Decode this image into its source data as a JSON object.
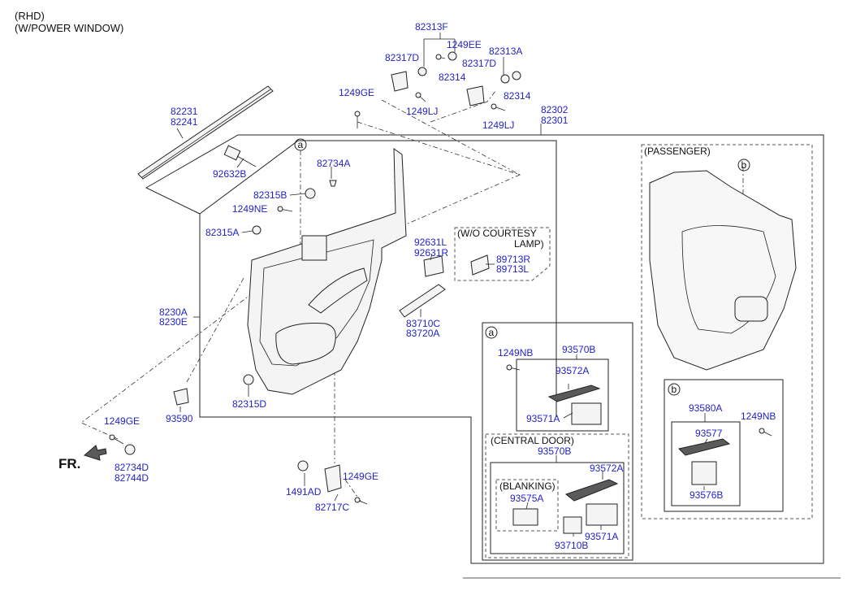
{
  "header": {
    "line1": "(RHD)",
    "line2": "(W/POWER WINDOW)"
  },
  "direction_label": "FR.",
  "groups": {
    "passenger": "(PASSENGER)",
    "wo_courtesy_1": "(W/O COURTESY",
    "wo_courtesy_2": "LAMP)",
    "central_door": "(CENTRAL DOOR)",
    "blanking": "(BLANKING)",
    "callout_a": "a",
    "callout_b": "b"
  },
  "parts": {
    "p82313F": "82313F",
    "p1249EE": "1249EE",
    "p82317D_1": "82317D",
    "p82314_1": "82314",
    "p82313A": "82313A",
    "p82317D_2": "82317D",
    "p82314_2": "82314",
    "p1249GE_1": "1249GE",
    "p1249LJ_1": "1249LJ",
    "p1249LJ_2": "1249LJ",
    "p82302": "82302",
    "p82301": "82301",
    "p82231": "82231",
    "p82241": "82241",
    "p92632B": "92632B",
    "p82734A": "82734A",
    "p82315B": "82315B",
    "p1249NE": "1249NE",
    "p82315A": "82315A",
    "p92631L": "92631L",
    "p92631R": "92631R",
    "p89713R": "89713R",
    "p89713L": "89713L",
    "p8230A": "8230A",
    "p8230E": "8230E",
    "p83710C": "83710C",
    "p83720A": "83720A",
    "p82315D": "82315D",
    "p93590": "93590",
    "p1249GE_2": "1249GE",
    "p82734D": "82734D",
    "p82744D": "82744D",
    "p1491AD": "1491AD",
    "p82717C": "82717C",
    "p1249GE_3": "1249GE",
    "p1249NB_1": "1249NB",
    "p93570B_1": "93570B",
    "p93572A_1": "93572A",
    "p93571A_1": "93571A",
    "p93570B_2": "93570B",
    "p93572A_2": "93572A",
    "p93575A": "93575A",
    "p93710B": "93710B",
    "p93571A_2": "93571A",
    "p93580A": "93580A",
    "p1249NB_2": "1249NB",
    "p93577": "93577",
    "p93576B": "93576B"
  }
}
